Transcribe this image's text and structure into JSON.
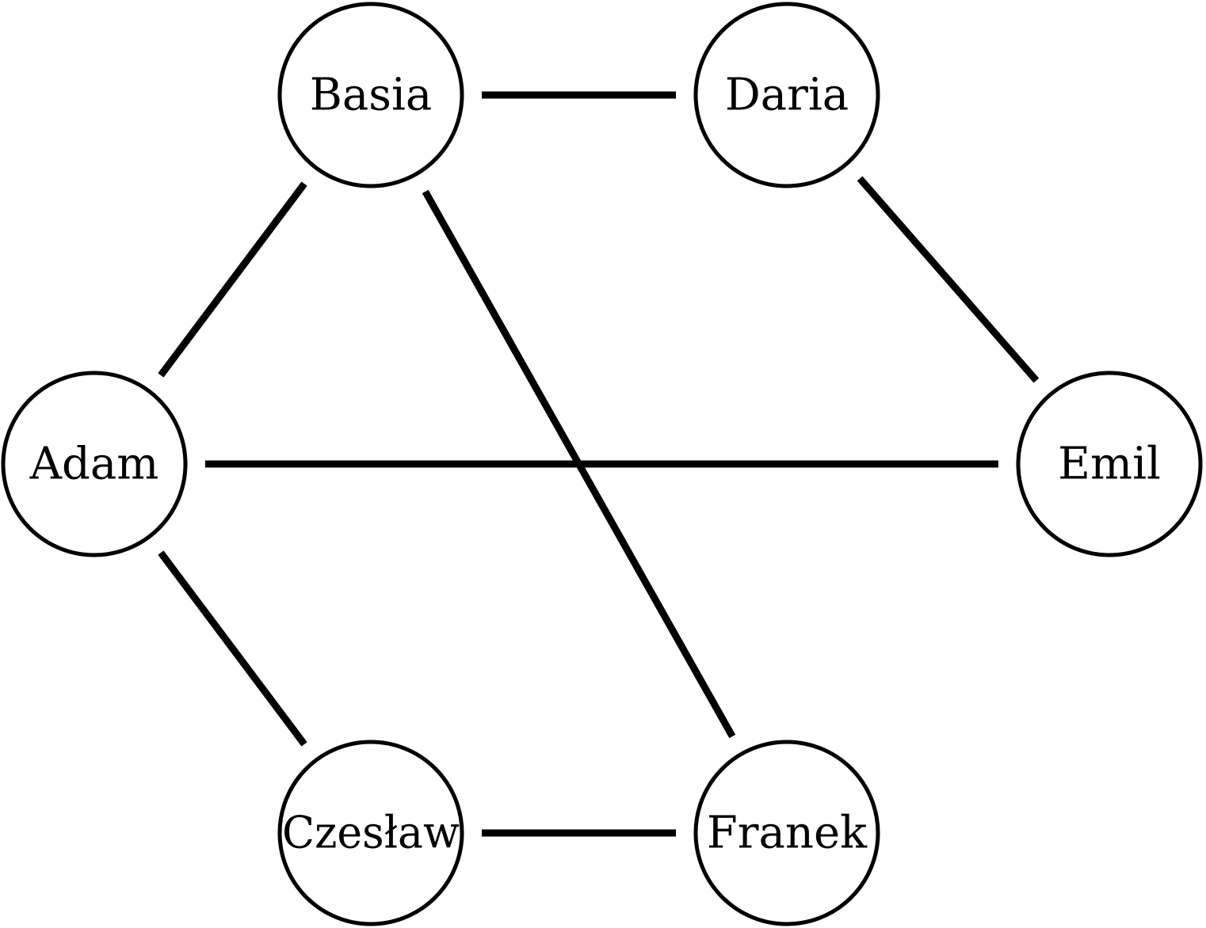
{
  "nodes": [
    {
      "id": "adam",
      "label": "Adam"
    },
    {
      "id": "basia",
      "label": "Basia"
    },
    {
      "id": "czeslaw",
      "label": "Czesław"
    },
    {
      "id": "daria",
      "label": "Daria"
    },
    {
      "id": "emil",
      "label": "Emil"
    },
    {
      "id": "franek",
      "label": "Franek"
    }
  ],
  "edges": [
    {
      "from": "adam",
      "to": "basia"
    },
    {
      "from": "adam",
      "to": "czeslaw"
    },
    {
      "from": "adam",
      "to": "emil"
    },
    {
      "from": "basia",
      "to": "daria"
    },
    {
      "from": "basia",
      "to": "franek"
    },
    {
      "from": "daria",
      "to": "emil"
    },
    {
      "from": "czeslaw",
      "to": "franek"
    }
  ]
}
